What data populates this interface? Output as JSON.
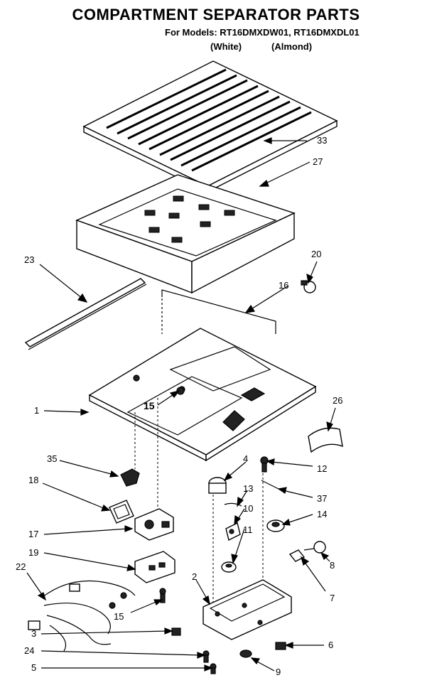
{
  "header": {
    "title": "COMPARTMENT SEPARATOR PARTS",
    "models_line": "For Models: RT16DMXDW01, RT16DMXDL01",
    "variant_white": "(White)",
    "variant_almond": "(Almond)"
  },
  "callouts": {
    "c33": "33",
    "c27": "27",
    "c23": "23",
    "c20": "20",
    "c16": "16",
    "c1": "1",
    "c15a": "15",
    "c26": "26",
    "c35": "35",
    "c4": "4",
    "c12": "12",
    "c18": "18",
    "c13": "13",
    "c37": "37",
    "c10": "10",
    "c14": "14",
    "c17": "17",
    "c11": "11",
    "c19": "19",
    "c8": "8",
    "c22": "22",
    "c2": "2",
    "c7": "7",
    "c15b": "15",
    "c3": "3",
    "c6": "6",
    "c24": "24",
    "c5": "5",
    "c9": "9"
  }
}
